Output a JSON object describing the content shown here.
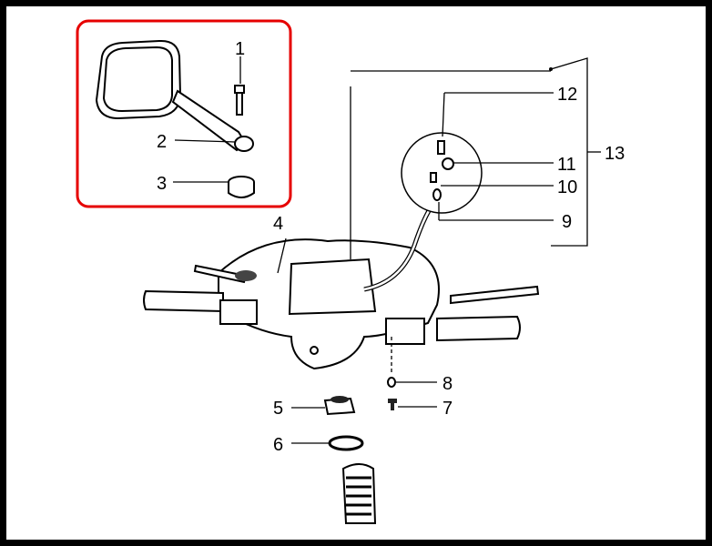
{
  "diagram": {
    "title": "Handlebar and mirror exploded parts diagram",
    "highlight_color": "#e60000",
    "labels": [
      "1",
      "2",
      "3",
      "4",
      "5",
      "6",
      "7",
      "8",
      "9",
      "10",
      "11",
      "12",
      "13"
    ]
  }
}
